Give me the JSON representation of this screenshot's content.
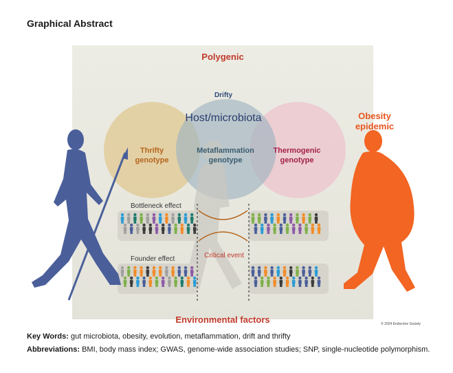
{
  "title": "Graphical Abstract",
  "diagram": {
    "top_label": "Polygenic",
    "drifty": "Drifty",
    "host": "Host/microbiota",
    "thrifty": [
      "Thrifty",
      "genotype"
    ],
    "metaflammation": [
      "Metaflammation",
      "genotype"
    ],
    "thermogenic": [
      "Thermogenic",
      "genotype"
    ],
    "obesity": [
      "Obesity",
      "epidemic"
    ],
    "bottleneck": "Bottleneck effect",
    "founder": "Founder effect",
    "critical": "Critical event",
    "bottom_label": "Environmental factors",
    "copyright": "© 2024 Endocrine Society"
  },
  "footer": {
    "keywords_label": "Key Words:",
    "keywords": "gut microbiota, obesity, evolution, metaflammation, drift and thrifty",
    "abbrev_label": "Abbreviations:",
    "abbrev": "BMI, body mass index; GWAS, genome-wide association studies; SNP, single-nucleotide polymorphism."
  },
  "colors": {
    "ancestor": "#4a5f9a",
    "modern": "#f26522",
    "accent_red": "#c0392b",
    "people": [
      "#4a5f9a",
      "#2a9bd6",
      "#f28c28",
      "#3c3c3c",
      "#7fb04a",
      "#8e5aa8",
      "#1e7c6e",
      "#a0a0a0"
    ]
  }
}
